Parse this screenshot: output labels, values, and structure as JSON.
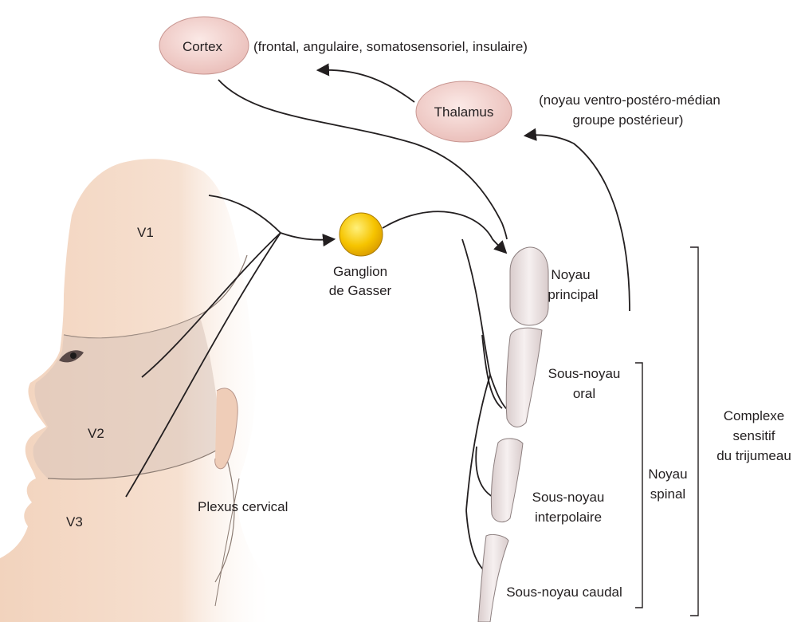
{
  "structures": {
    "cortex": "Cortex",
    "cortex_detail": "(frontal, angulaire, somatosensoriel, insulaire)",
    "thalamus": "Thalamus",
    "thalamus_detail_line1": "(noyau ventro-postéro-médian",
    "thalamus_detail_line2": "groupe postérieur)",
    "ganglion_line1": "Ganglion",
    "ganglion_line2": "de Gasser"
  },
  "face_regions": {
    "v1": "V1",
    "v2": "V2",
    "v3": "V3",
    "plexus": "Plexus cervical"
  },
  "nuclei": {
    "principal_line1": "Noyau",
    "principal_line2": "principal",
    "oral_line1": "Sous-noyau",
    "oral_line2": "oral",
    "interpolaire_line1": "Sous-noyau",
    "interpolaire_line2": "interpolaire",
    "caudal": "Sous-noyau caudal"
  },
  "brackets": {
    "spinal_line1": "Noyau",
    "spinal_line2": "spinal",
    "complex_line1": "Complexe",
    "complex_line2": "sensitif",
    "complex_line3": "du trijumeau"
  },
  "colors": {
    "skin": "#f3d9c6",
    "oval_fill": "#f2d0cd",
    "ganglion": "#f6c400",
    "nucleus_fill": "#ede3e3",
    "line": "#231f20"
  }
}
